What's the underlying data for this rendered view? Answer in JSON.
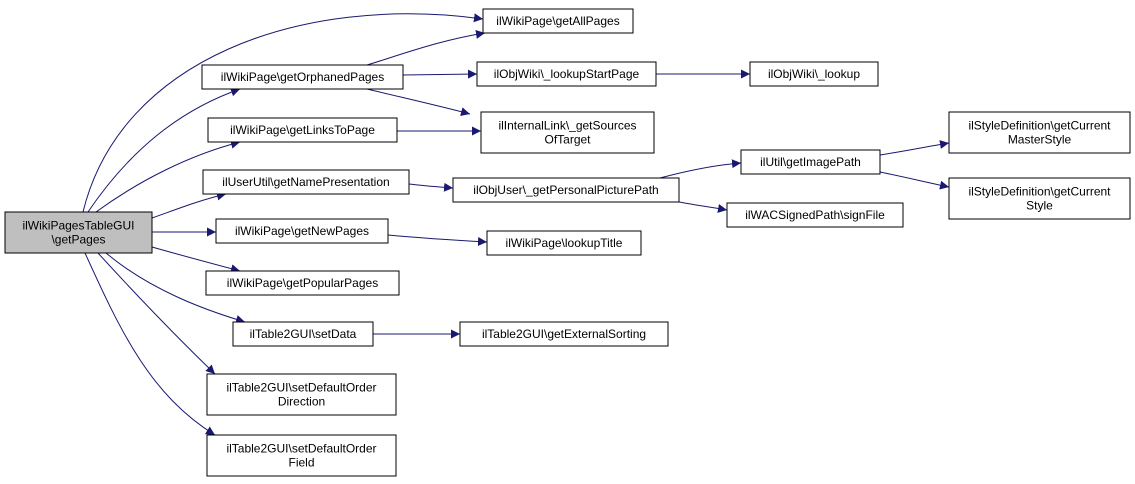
{
  "nodes": [
    {
      "id": "root",
      "lines": [
        "ilWikiPagesTableGUI",
        "\\getPages"
      ],
      "root": true
    },
    {
      "id": "getAllPages",
      "lines": [
        "ilWikiPage\\getAllPages"
      ]
    },
    {
      "id": "getOrphanedPages",
      "lines": [
        "ilWikiPage\\getOrphanedPages"
      ]
    },
    {
      "id": "lookupStartPage",
      "lines": [
        "ilObjWiki\\_lookupStartPage"
      ]
    },
    {
      "id": "lookup",
      "lines": [
        "ilObjWiki\\_lookup"
      ]
    },
    {
      "id": "getLinksToPage",
      "lines": [
        "ilWikiPage\\getLinksToPage"
      ]
    },
    {
      "id": "getSourcesOfTarget",
      "lines": [
        "ilInternalLink\\_getSources",
        "OfTarget"
      ]
    },
    {
      "id": "getNamePresentation",
      "lines": [
        "ilUserUtil\\getNamePresentation"
      ]
    },
    {
      "id": "getPersonalPicturePath",
      "lines": [
        "ilObjUser\\_getPersonalPicturePath"
      ]
    },
    {
      "id": "getImagePath",
      "lines": [
        "ilUtil\\getImagePath"
      ]
    },
    {
      "id": "getCurrentMasterStyle",
      "lines": [
        "ilStyleDefinition\\getCurrent",
        "MasterStyle"
      ]
    },
    {
      "id": "getCurrentStyle",
      "lines": [
        "ilStyleDefinition\\getCurrent",
        "Style"
      ]
    },
    {
      "id": "signFile",
      "lines": [
        "ilWACSignedPath\\signFile"
      ]
    },
    {
      "id": "getNewPages",
      "lines": [
        "ilWikiPage\\getNewPages"
      ]
    },
    {
      "id": "lookupTitle",
      "lines": [
        "ilWikiPage\\lookupTitle"
      ]
    },
    {
      "id": "getPopularPages",
      "lines": [
        "ilWikiPage\\getPopularPages"
      ]
    },
    {
      "id": "setData",
      "lines": [
        "ilTable2GUI\\setData"
      ]
    },
    {
      "id": "getExternalSorting",
      "lines": [
        "ilTable2GUI\\getExternalSorting"
      ]
    },
    {
      "id": "setDefaultOrderDirection",
      "lines": [
        "ilTable2GUI\\setDefaultOrder",
        "Direction"
      ]
    },
    {
      "id": "setDefaultOrderField",
      "lines": [
        "ilTable2GUI\\setDefaultOrder",
        "Field"
      ]
    }
  ],
  "edges": [
    {
      "from": "root",
      "to": "getAllPages"
    },
    {
      "from": "root",
      "to": "getOrphanedPages"
    },
    {
      "from": "root",
      "to": "getLinksToPage"
    },
    {
      "from": "root",
      "to": "getNamePresentation"
    },
    {
      "from": "root",
      "to": "getNewPages"
    },
    {
      "from": "root",
      "to": "getPopularPages"
    },
    {
      "from": "root",
      "to": "setData"
    },
    {
      "from": "root",
      "to": "setDefaultOrderDirection"
    },
    {
      "from": "root",
      "to": "setDefaultOrderField"
    },
    {
      "from": "getOrphanedPages",
      "to": "getAllPages"
    },
    {
      "from": "getOrphanedPages",
      "to": "lookupStartPage"
    },
    {
      "from": "getOrphanedPages",
      "to": "getSourcesOfTarget"
    },
    {
      "from": "lookupStartPage",
      "to": "lookup"
    },
    {
      "from": "getLinksToPage",
      "to": "getSourcesOfTarget"
    },
    {
      "from": "getNamePresentation",
      "to": "getPersonalPicturePath"
    },
    {
      "from": "getPersonalPicturePath",
      "to": "getImagePath"
    },
    {
      "from": "getPersonalPicturePath",
      "to": "signFile"
    },
    {
      "from": "getImagePath",
      "to": "getCurrentMasterStyle"
    },
    {
      "from": "getImagePath",
      "to": "getCurrentStyle"
    },
    {
      "from": "getNewPages",
      "to": "lookupTitle"
    },
    {
      "from": "setData",
      "to": "getExternalSorting"
    }
  ],
  "colors": {
    "edge": "#191970",
    "node_border": "#000000",
    "root_fill": "#bfbfbf",
    "node_fill": "#ffffff"
  }
}
